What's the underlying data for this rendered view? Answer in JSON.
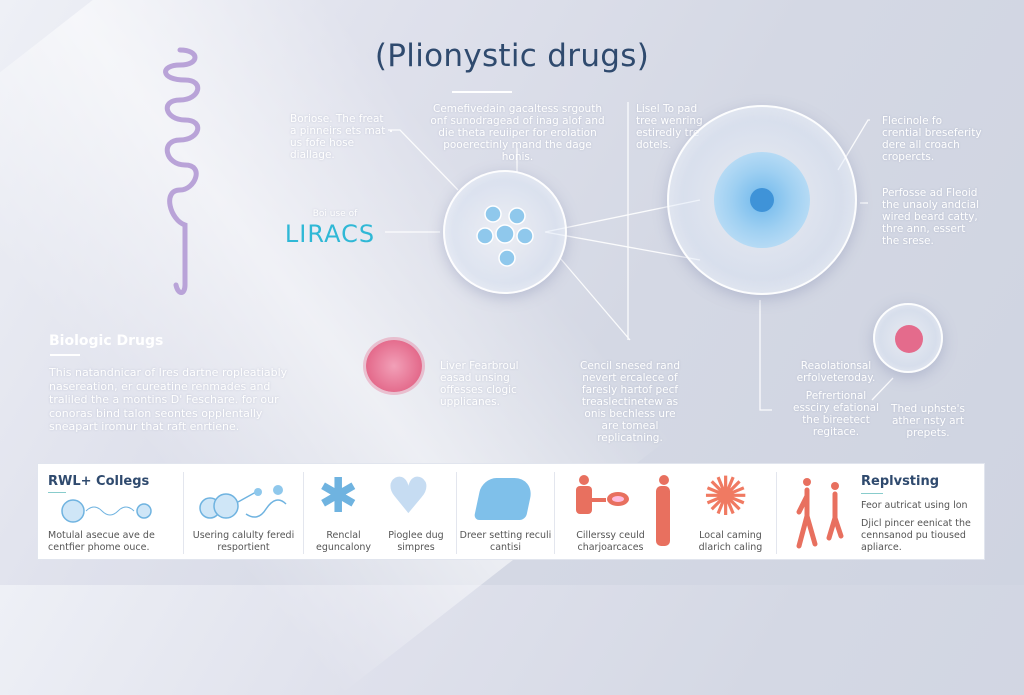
{
  "title": "(Plionystic drugs)",
  "callouts": {
    "top_left": "Boriose. The freat a pinneirs ets mat us fofe hose diallage.",
    "top_center": "Cemefivedain gacaltess srgouth onf sunodragead of inag alof and die theta reuiiper for erolation pooerectinly mand the dage honis.",
    "top_right_center": "Lisel To pad tree wenring estiredly tre dotels.",
    "right_1": "Flecinole fo crential breseferity dere all croach cropercts.",
    "right_2": "Perfosse ad Fleoid the unaoly andcial wired beard catty, thre ann, essert the srese.",
    "liracs_sub": "Boi use of",
    "liracs": "LIRACS",
    "cell_note": "Liver Fearbroul easad unsing offesses clogic upplicanes.",
    "center_bottom": "Cencil snesed rand nevert ercalece of faresly hartof pecf treaslectinetew as onis bechless ure are tomeal replicatning.",
    "right_bottom_1": "Reaolationsal erfolveteroday.",
    "right_bottom_2": "Pefrertional essciry efational the bireetect regitace.",
    "right_bottom_3": "Thed uphste's ather nsty art prepets."
  },
  "biologic": {
    "heading": "Biologic Drugs",
    "body": "This natandnicar of Ires dartne ropleatiably nasereation, er cureatine renmades and traliled the a montins D' Feschare. for our conoras bind talon seontes opplentally sneapart iromur that raft enrtiene."
  },
  "panel": {
    "left_heading": "RWL+ Collegs",
    "left_caption": "Motulal asecue ave de centfier phome ouce.",
    "items": [
      {
        "caption": "Usering calulty feredi resportient",
        "icon": "molecule-chain-icon"
      },
      {
        "caption": "Renclal eguncalony",
        "icon": "star-cell-icon"
      },
      {
        "caption": "Pioglee dug simpres",
        "icon": "heart-icon"
      },
      {
        "caption": "Dreer setting reculi cantisi",
        "icon": "cushion-icon"
      },
      {
        "caption": "Cillerssy ceuld charjoarcaces",
        "icon": "person-giving-pill-icon"
      },
      {
        "caption": "Local caming dlarich caling",
        "icon": "virus-burst-icon"
      }
    ],
    "right_heading": "Replvsting",
    "right_line1": "Feor autricat using lon",
    "right_line2": "Djicl pincer eenicat the cennsanod pu tioused apliarce."
  },
  "colors": {
    "title": "#2f4a6e",
    "accent_cyan": "#2fb8d6",
    "blue_icon": "#6fb3e0",
    "coral": "#e8705f",
    "pink_cell": "#e46b8c"
  }
}
